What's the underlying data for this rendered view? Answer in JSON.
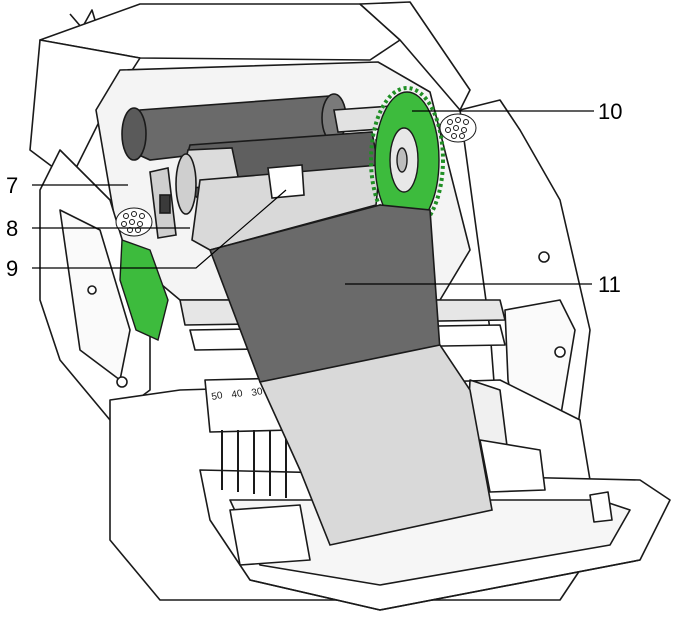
{
  "callouts": {
    "c7": "7",
    "c8": "8",
    "c9": "9",
    "c10": "10",
    "c11": "11"
  },
  "colors": {
    "outline": "#1a1a1a",
    "body_fill": "#ffffff",
    "ribbon_dark": "#6a6a6a",
    "ribbon_light": "#d9d9d9",
    "roller_gray": "#bdbdbd",
    "accent_green": "#3dbb3d",
    "accent_green_dark": "#1f8f24"
  }
}
